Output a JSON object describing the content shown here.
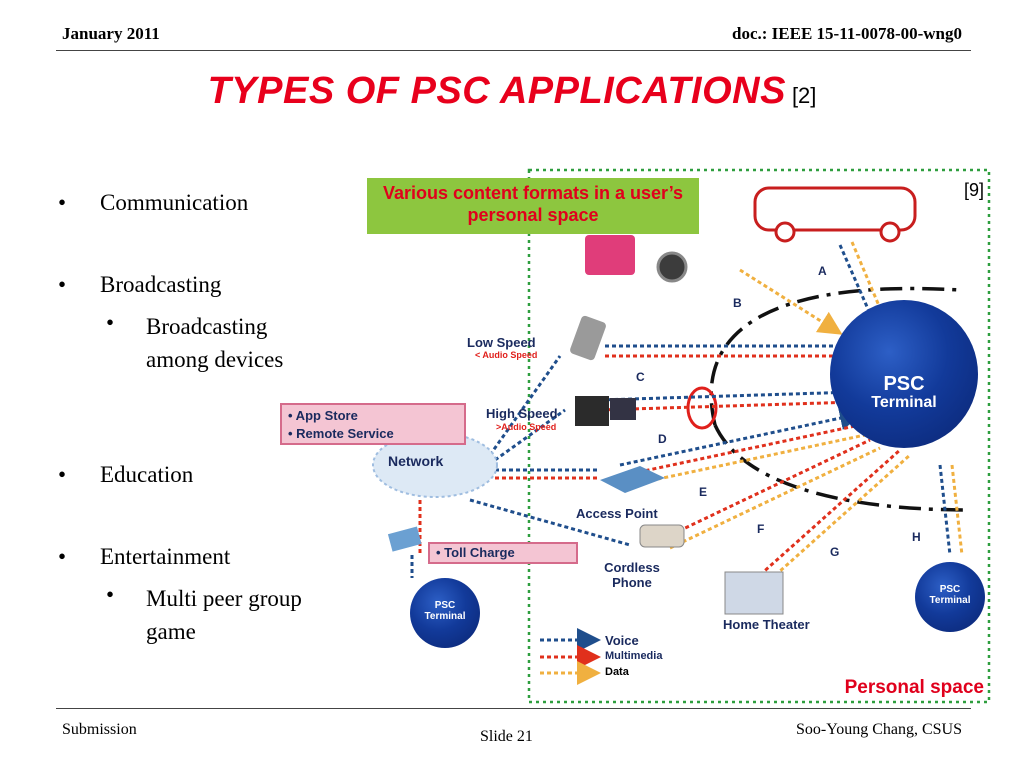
{
  "header": {
    "date": "January 2011",
    "doc": "doc.: IEEE 15-11-0078-00-wng0"
  },
  "title": {
    "main": "TYPES OF PSC APPLICATIONS",
    "ref": "[2]"
  },
  "bullets": {
    "b1": "Communication",
    "b2": "Broadcasting",
    "b2a": "Broadcasting among devices",
    "b3": "Education",
    "b4": "Entertainment",
    "b4a": "Multi peer group game"
  },
  "diagram": {
    "caption": "Various content formats in a user’s personal space",
    "ref": "[9]",
    "personal_space": "Personal space",
    "network": "Network",
    "app_store": "• App Store",
    "remote_service": "• Remote Service",
    "toll_charge": "• Toll Charge",
    "low_speed": "Low Speed",
    "low_speed_sub": "< Audio Speed",
    "high_speed": "High Speed",
    "high_speed_sub": ">Audio Speed",
    "access_point": "Access Point",
    "cordless_phone": "Cordless Phone",
    "home_theater": "Home Theater",
    "psc": "PSC",
    "terminal": "Terminal",
    "small_psc": "PSC",
    "small_terminal": "Terminal",
    "letters": {
      "a": "A",
      "b": "B",
      "c": "C",
      "d": "D",
      "e": "E",
      "f": "F",
      "g": "G",
      "h": "H"
    },
    "legend": {
      "voice": "Voice",
      "multimedia": "Multimedia",
      "data": "Data"
    },
    "colors": {
      "voice": "#1f4e8c",
      "multimedia": "#e0301c",
      "data": "#f0b040",
      "accent": "#e8001c",
      "green": "#8dc63f"
    }
  },
  "footer": {
    "left": "Submission",
    "center": "Slide 21",
    "right": "Soo-Young Chang, CSUS"
  }
}
